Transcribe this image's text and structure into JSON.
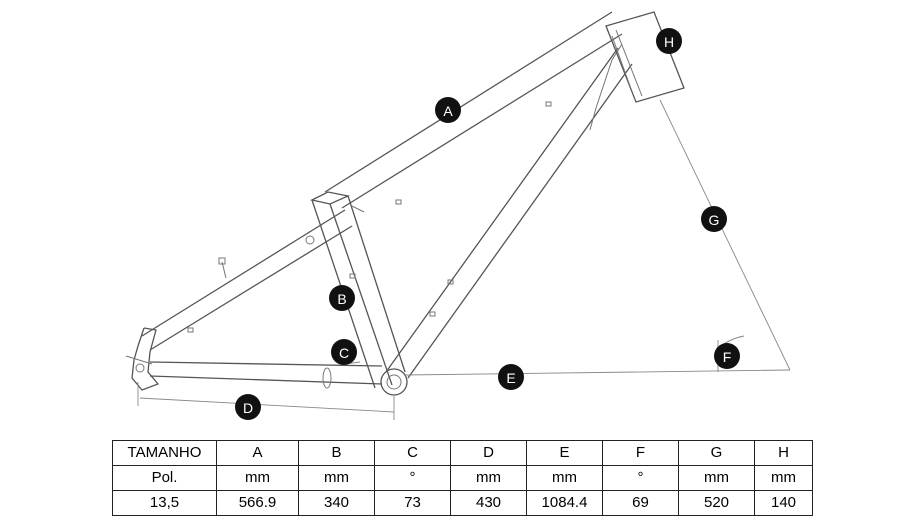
{
  "diagram": {
    "markers": {
      "A": "A",
      "B": "B",
      "C": "C",
      "D": "D",
      "E": "E",
      "F": "F",
      "G": "G",
      "H": "H"
    }
  },
  "table": {
    "header": [
      "TAMANHO",
      "A",
      "B",
      "C",
      "D",
      "E",
      "F",
      "G",
      "H"
    ],
    "units": [
      "Pol.",
      "mm",
      "mm",
      "°",
      "mm",
      "mm",
      "°",
      "mm",
      "mm"
    ],
    "values": [
      "13,5",
      "566.9",
      "340",
      "73",
      "430",
      "1084.4",
      "69",
      "520",
      "140"
    ]
  }
}
